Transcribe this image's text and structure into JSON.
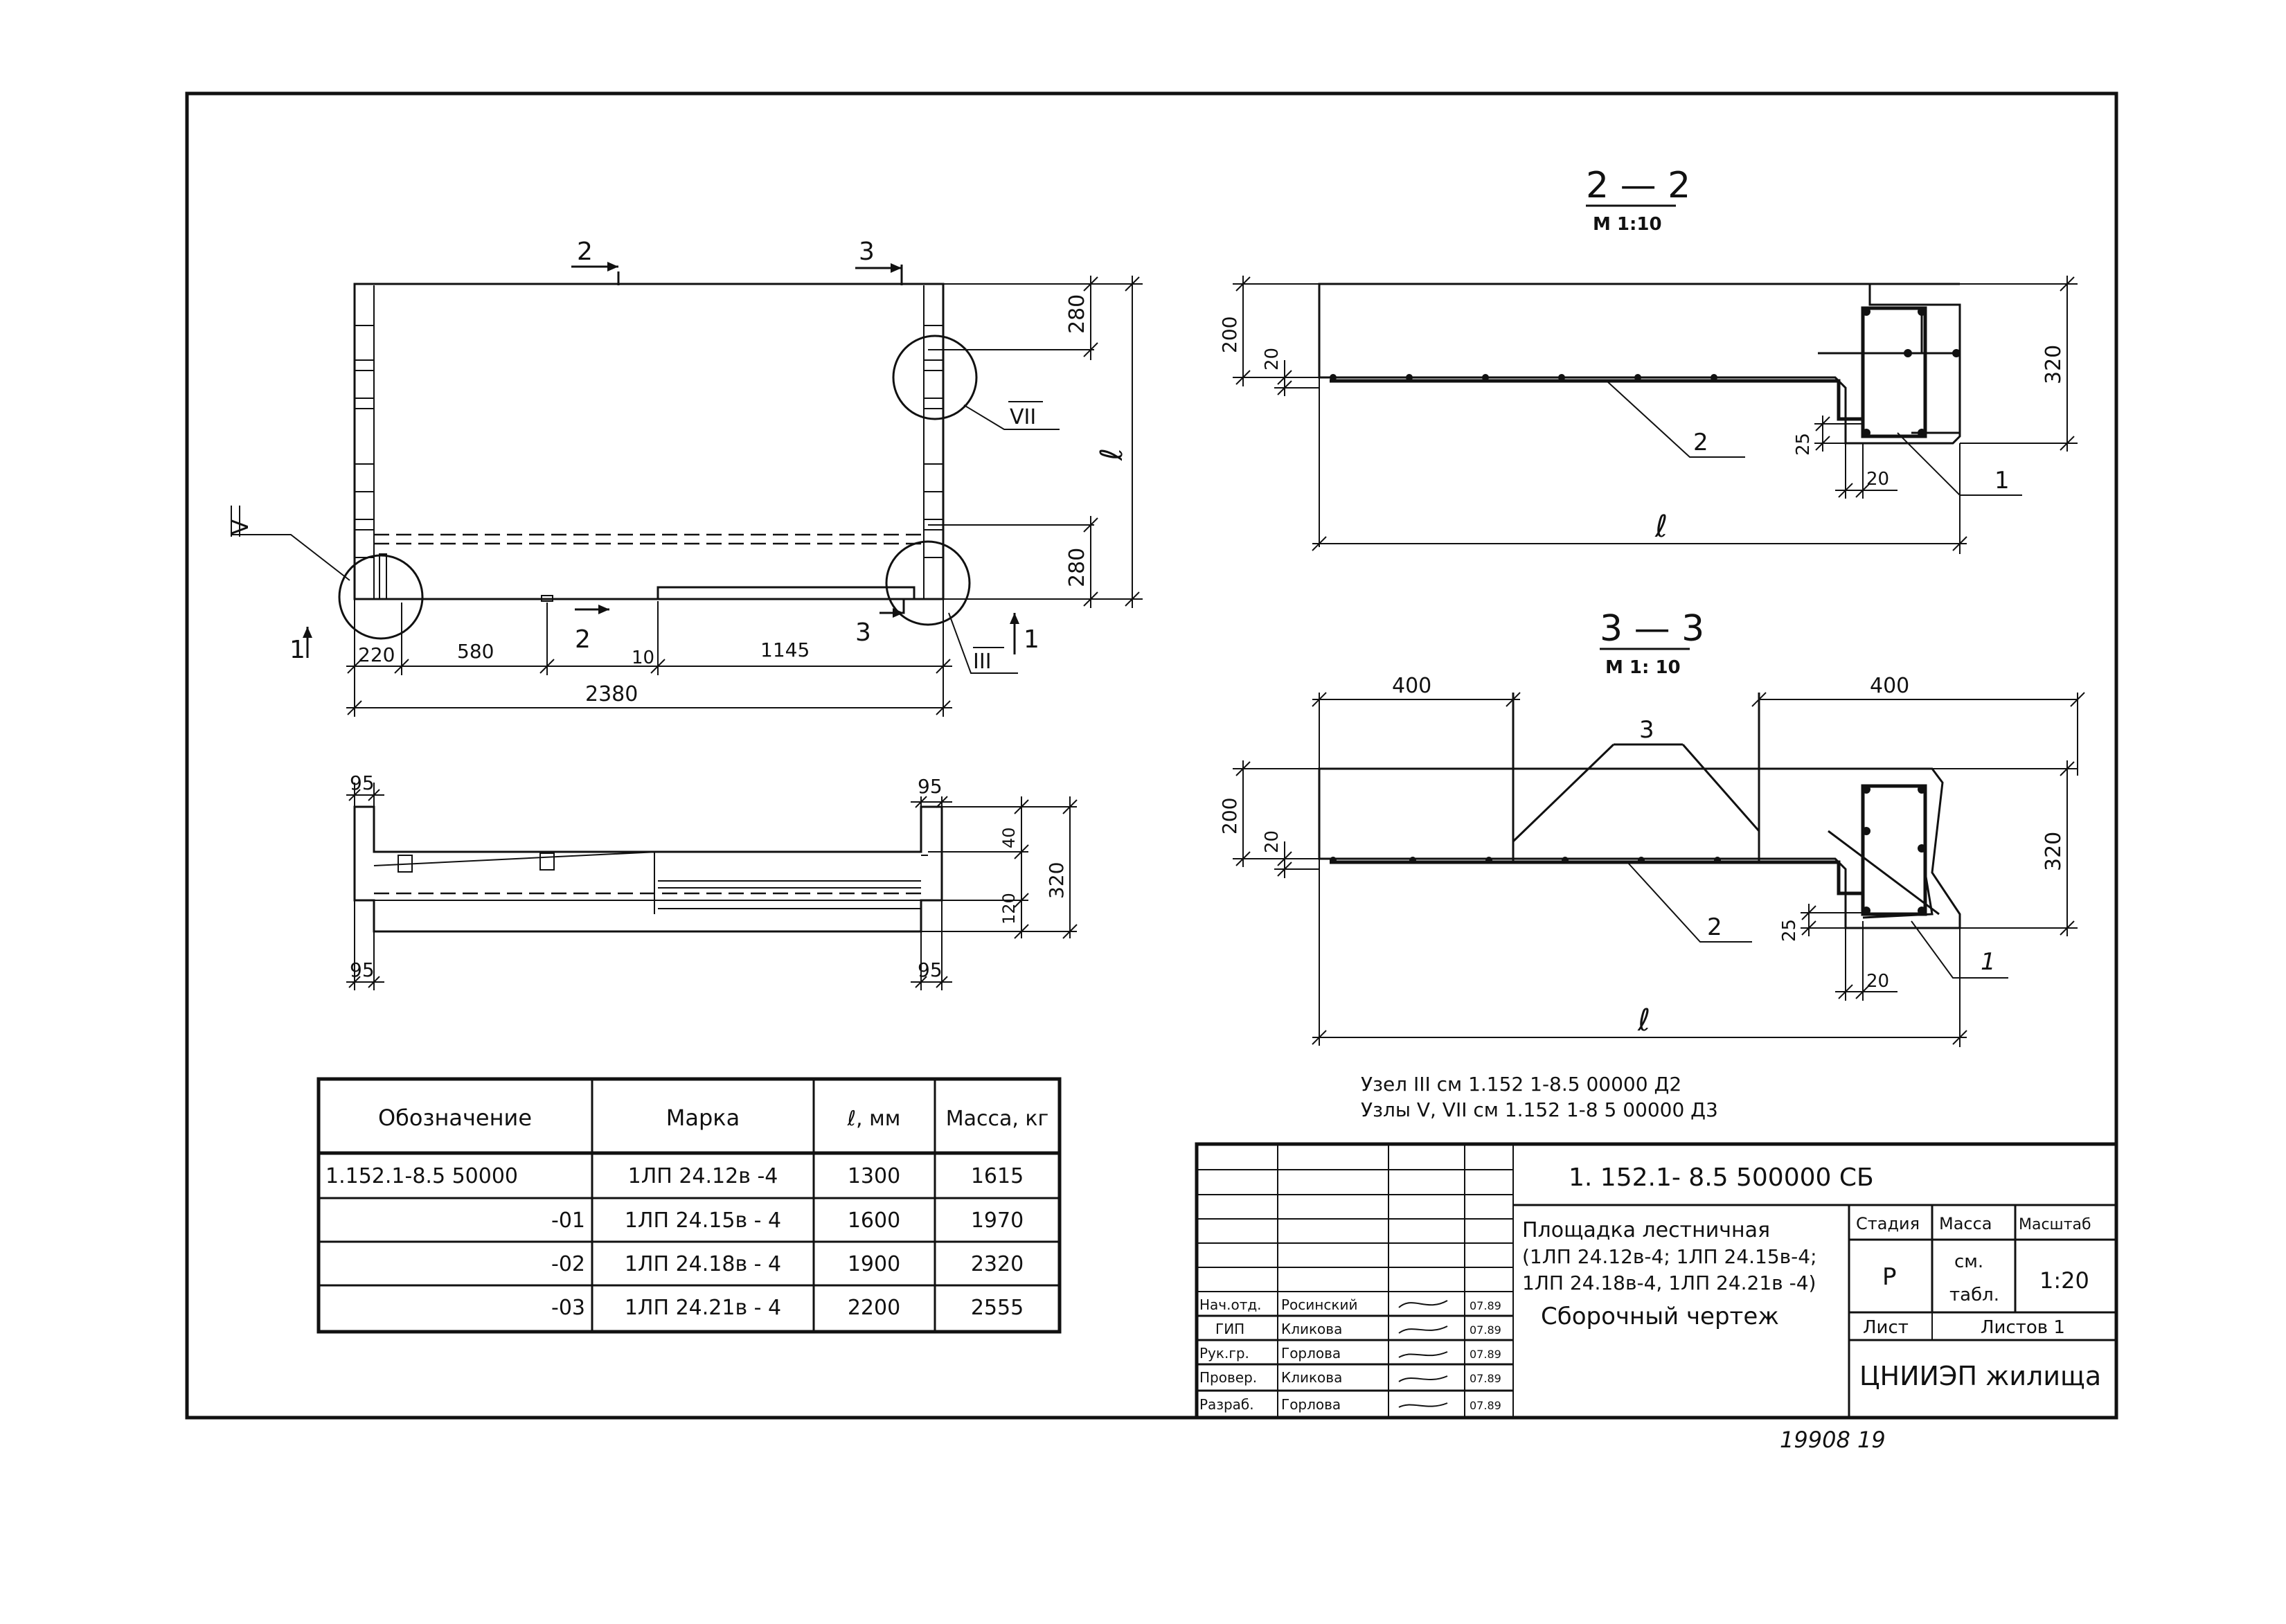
{
  "plan": {
    "cut_2": "2",
    "cut_3": "3",
    "cut_1": "1",
    "node_v": "V",
    "node_vii": "VII",
    "node_iii": "III",
    "dim_280_top": "280",
    "dim_280_bottom": "280",
    "dim_l": "ℓ",
    "dim_220": "220",
    "dim_580": "580",
    "dim_10": "10",
    "dim_1145": "1145",
    "dim_2380": "2380"
  },
  "elevation": {
    "dim_95_tl": "95",
    "dim_95_tr": "95",
    "dim_95_bl": "95",
    "dim_95_br": "95",
    "dim_40": "40",
    "dim_120": "120",
    "dim_320": "320"
  },
  "section22": {
    "title": "2 — 2",
    "scale": "М 1:10",
    "dim_200": "200",
    "dim_20_v": "20",
    "dim_320": "320",
    "dim_25": "25",
    "dim_20_h": "20",
    "pos_2": "2",
    "pos_1": "1",
    "dim_l": "ℓ"
  },
  "section33": {
    "title": "3 — 3",
    "scale": "М 1: 10",
    "dim_400_left": "400",
    "dim_400_right": "400",
    "pos_3": "3",
    "dim_200": "200",
    "dim_20_v": "20",
    "dim_320": "320",
    "pos_2": "2",
    "dim_25": "25",
    "pos_1": "1",
    "dim_20_h": "20",
    "dim_l": "ℓ"
  },
  "notes": {
    "line1": "Узел III см 1.152 1-8.5  00000 Д2",
    "line2": "Узлы V, VII см 1.152 1-8 5 00000 Д3"
  },
  "spec_table": {
    "headers": [
      "Обозначение",
      "Марка",
      "ℓ, мм",
      "Масса, кг"
    ],
    "rows": [
      [
        "1.152.1-8.5   50000",
        "1ЛП 24.12в -4",
        "1300",
        "1615"
      ],
      [
        "-01",
        "1ЛП 24.15в - 4",
        "1600",
        "1970"
      ],
      [
        "-02",
        "1ЛП 24.18в - 4",
        "1900",
        "2320"
      ],
      [
        "-03",
        "1ЛП 24.21в - 4",
        "2200",
        "2555"
      ]
    ]
  },
  "title_block": {
    "doc_code": "1. 152.1- 8.5   500000 СБ",
    "name_line1": "Площадка лестничная",
    "name_line2": "(1ЛП 24.12в-4; 1ЛП 24.15в-4;",
    "name_line3": "1ЛП 24.18в-4, 1ЛП 24.21в -4)",
    "doc_type": "Сборочный чертеж",
    "col_stage": "Стадия",
    "col_mass": "Масса",
    "col_scale": "Масштаб",
    "stage": "Р",
    "mass_line1": "см.",
    "mass_line2": "табл.",
    "scale": "1:20",
    "sheet": "Лист",
    "sheets": "Листов 1",
    "org": "ЦНИИЭП жилища",
    "staff": [
      {
        "role": "Нач.отд.",
        "name": "Росинский",
        "date": "07.89"
      },
      {
        "role": "ГИП",
        "name": "Кликова",
        "date": "07.89"
      },
      {
        "role": "Рук.гр.",
        "name": "Горлова",
        "date": "07.89"
      },
      {
        "role": "Провер.",
        "name": "Кликова",
        "date": "07.89"
      },
      {
        "role": "Разраб.",
        "name": "Горлова",
        "date": "07.89"
      }
    ]
  },
  "footer": {
    "number": "19908   19"
  }
}
